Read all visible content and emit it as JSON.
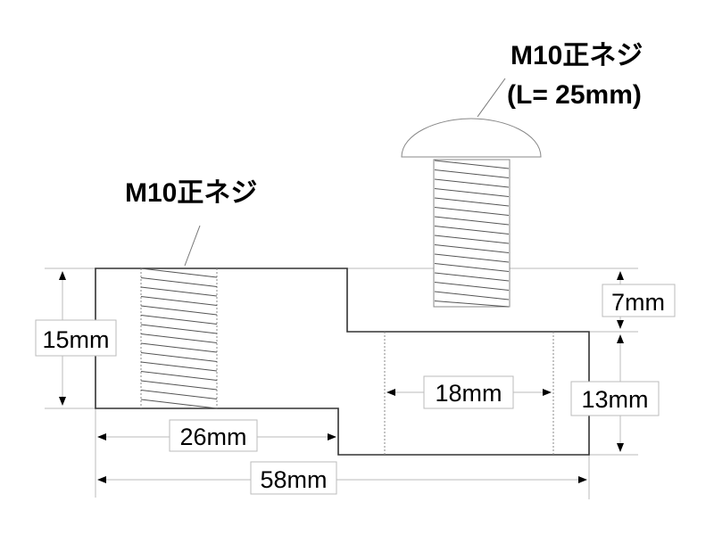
{
  "labels": {
    "nut_thread": "M10正ネジ",
    "bolt_line1": "M10正ネジ",
    "bolt_line2": "(L= 25mm)"
  },
  "dimensions": {
    "height_left": "15mm",
    "step_width": "26mm",
    "total_width": "58mm",
    "hole_width": "18mm",
    "step_height": "7mm",
    "height_right": "13mm"
  }
}
